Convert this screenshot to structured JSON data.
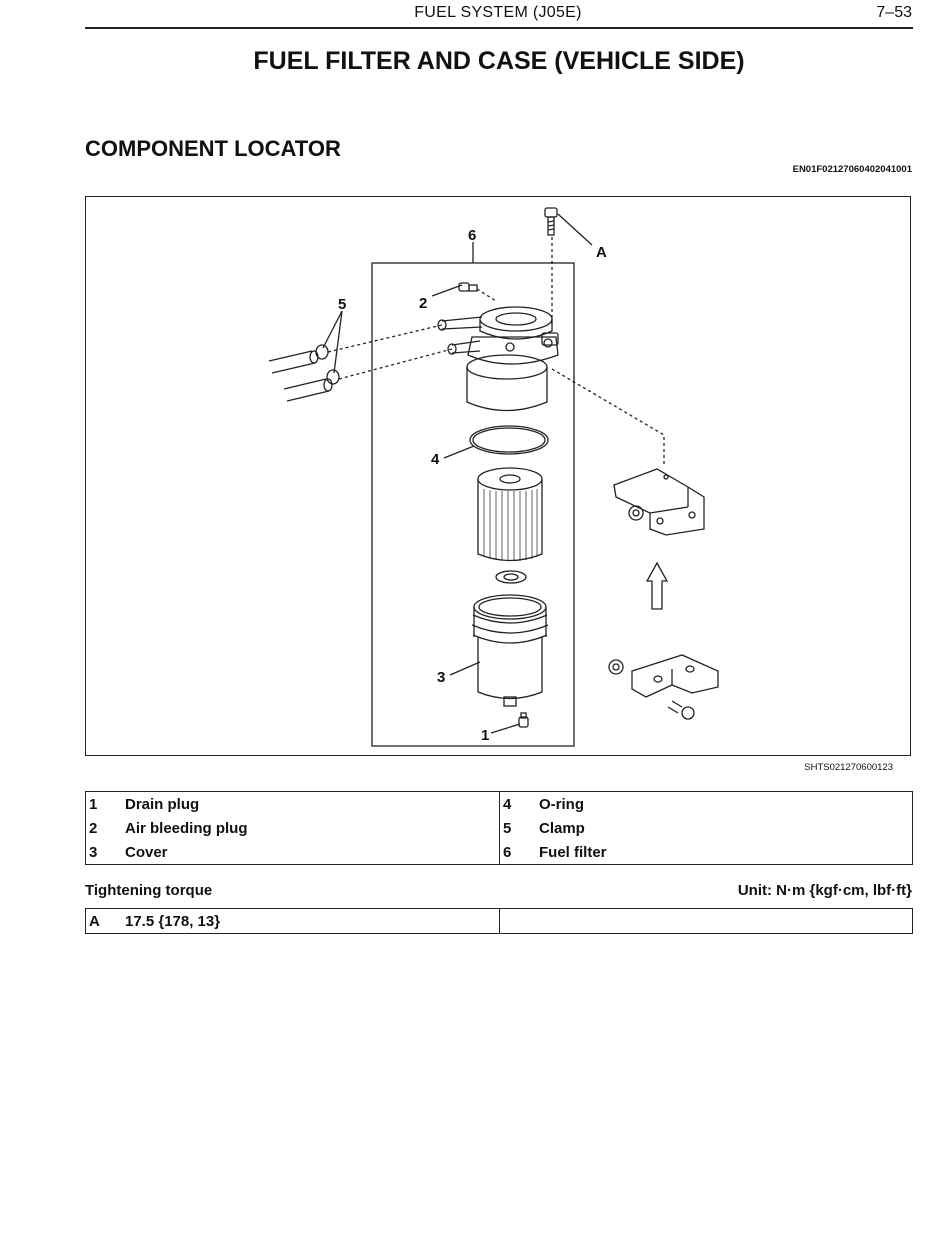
{
  "header": {
    "section": "FUEL SYSTEM (J05E)",
    "page": "7–53"
  },
  "title": "FUEL FILTER AND CASE (VEHICLE SIDE)",
  "section_title": "COMPONENT LOCATOR",
  "doc_code": "EN01F02127060402041001",
  "figure": {
    "code": "SHTS021270600123",
    "callouts": {
      "c1": "1",
      "c2": "2",
      "c3": "3",
      "c4": "4",
      "c5": "5",
      "c6": "6",
      "cA": "A"
    }
  },
  "legend": {
    "rows": [
      {
        "left_num": "1",
        "left_label": "Drain plug",
        "right_num": "4",
        "right_label": "O-ring"
      },
      {
        "left_num": "2",
        "left_label": "Air bleeding plug",
        "right_num": "5",
        "right_label": "Clamp"
      },
      {
        "left_num": "3",
        "left_label": "Cover",
        "right_num": "6",
        "right_label": "Fuel filter"
      }
    ]
  },
  "torque": {
    "label": "Tightening torque",
    "unit": "Unit: N·m {kgf·cm, lbf·ft}",
    "rows": [
      {
        "num": "A",
        "value": "17.5 {178, 13}"
      }
    ]
  }
}
